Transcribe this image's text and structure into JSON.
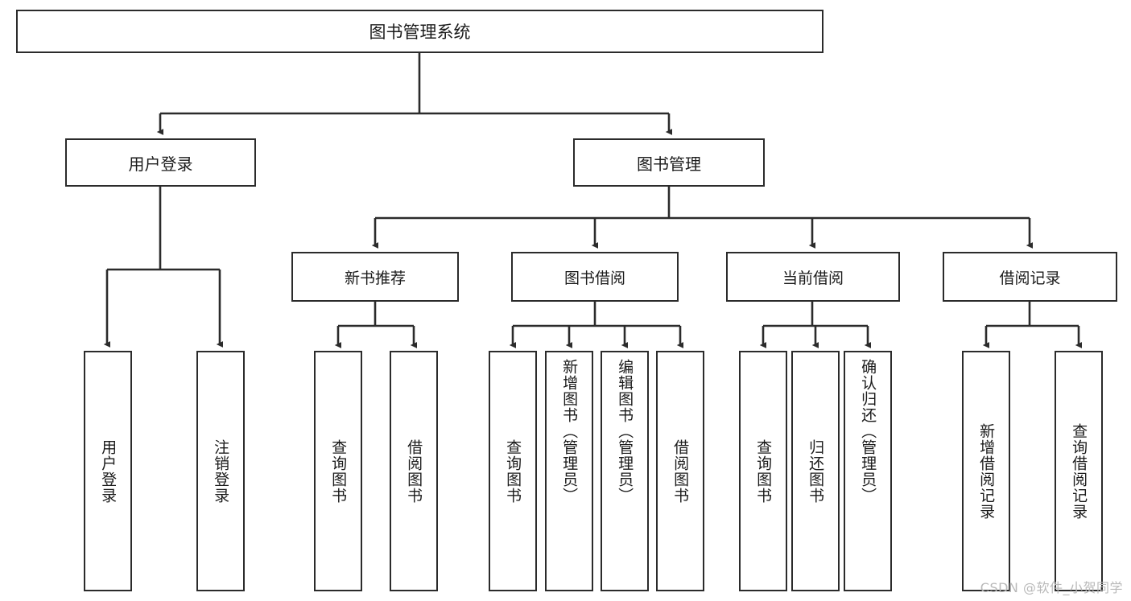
{
  "diagram": {
    "title": "图书管理系统",
    "type": "tree-hierarchy",
    "root": {
      "label": "图书管理系统"
    },
    "level2": [
      {
        "label": "用户登录"
      },
      {
        "label": "图书管理"
      }
    ],
    "level3": [
      {
        "label": "新书推荐"
      },
      {
        "label": "图书借阅"
      },
      {
        "label": "当前借阅"
      },
      {
        "label": "借阅记录"
      }
    ],
    "leaves": {
      "user_login": [
        {
          "label": "用户登录"
        },
        {
          "label": "注销登录"
        }
      ],
      "new_book": [
        {
          "label": "查询图书"
        },
        {
          "label": "借阅图书"
        }
      ],
      "borrow_book": [
        {
          "label": "查询图书"
        },
        {
          "label": "新增图书（管理员）"
        },
        {
          "label": "编辑图书（管理员）"
        },
        {
          "label": "借阅图书"
        }
      ],
      "current_borrow": [
        {
          "label": "查询图书"
        },
        {
          "label": "归还图书"
        },
        {
          "label": "确认归还（管理员）"
        }
      ],
      "borrow_record": [
        {
          "label": "新增借阅记录"
        },
        {
          "label": "查询借阅记录"
        }
      ]
    },
    "watermark": "CSDN @软件_小贺同学",
    "colors": {
      "stroke": "#2b2b2b",
      "background": "#ffffff",
      "text": "#1b1b1b",
      "watermark": "#b9b9b9"
    }
  }
}
